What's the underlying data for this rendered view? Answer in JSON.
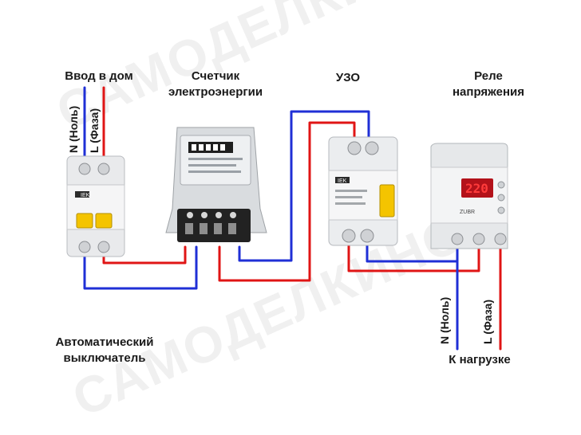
{
  "watermark": "САМОДЕЛКИНО",
  "labels": {
    "input_home": "Ввод в дом",
    "meter_line1": "Счетчик",
    "meter_line2": "электроэнергии",
    "rcd": "УЗО",
    "relay_line1": "Реле",
    "relay_line2": "напряжения",
    "breaker_line1": "Автоматический",
    "breaker_line2": "выключатель",
    "load": "К нагрузке",
    "neutral_in": "N (Ноль)",
    "phase_in": "L (Фаза)",
    "neutral_out": "N (Ноль)",
    "phase_out": "L (Фаза)"
  },
  "devices": {
    "breaker_brand": "IEK",
    "rcd_brand": "IEK",
    "relay_display": "220",
    "relay_brand": "ZUBR"
  },
  "colors": {
    "neutral_wire": "#1f2fd6",
    "phase_wire": "#e01515",
    "breaker_lever": "#f4c400",
    "relay_display_bg": "#b3121a"
  }
}
